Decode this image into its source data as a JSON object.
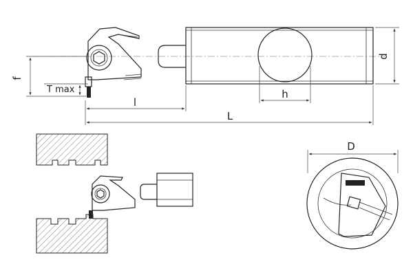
{
  "labels": {
    "f": "f",
    "tmax": "T max",
    "l": "l",
    "L": "L",
    "h": "h",
    "d": "d",
    "D": "D"
  }
}
